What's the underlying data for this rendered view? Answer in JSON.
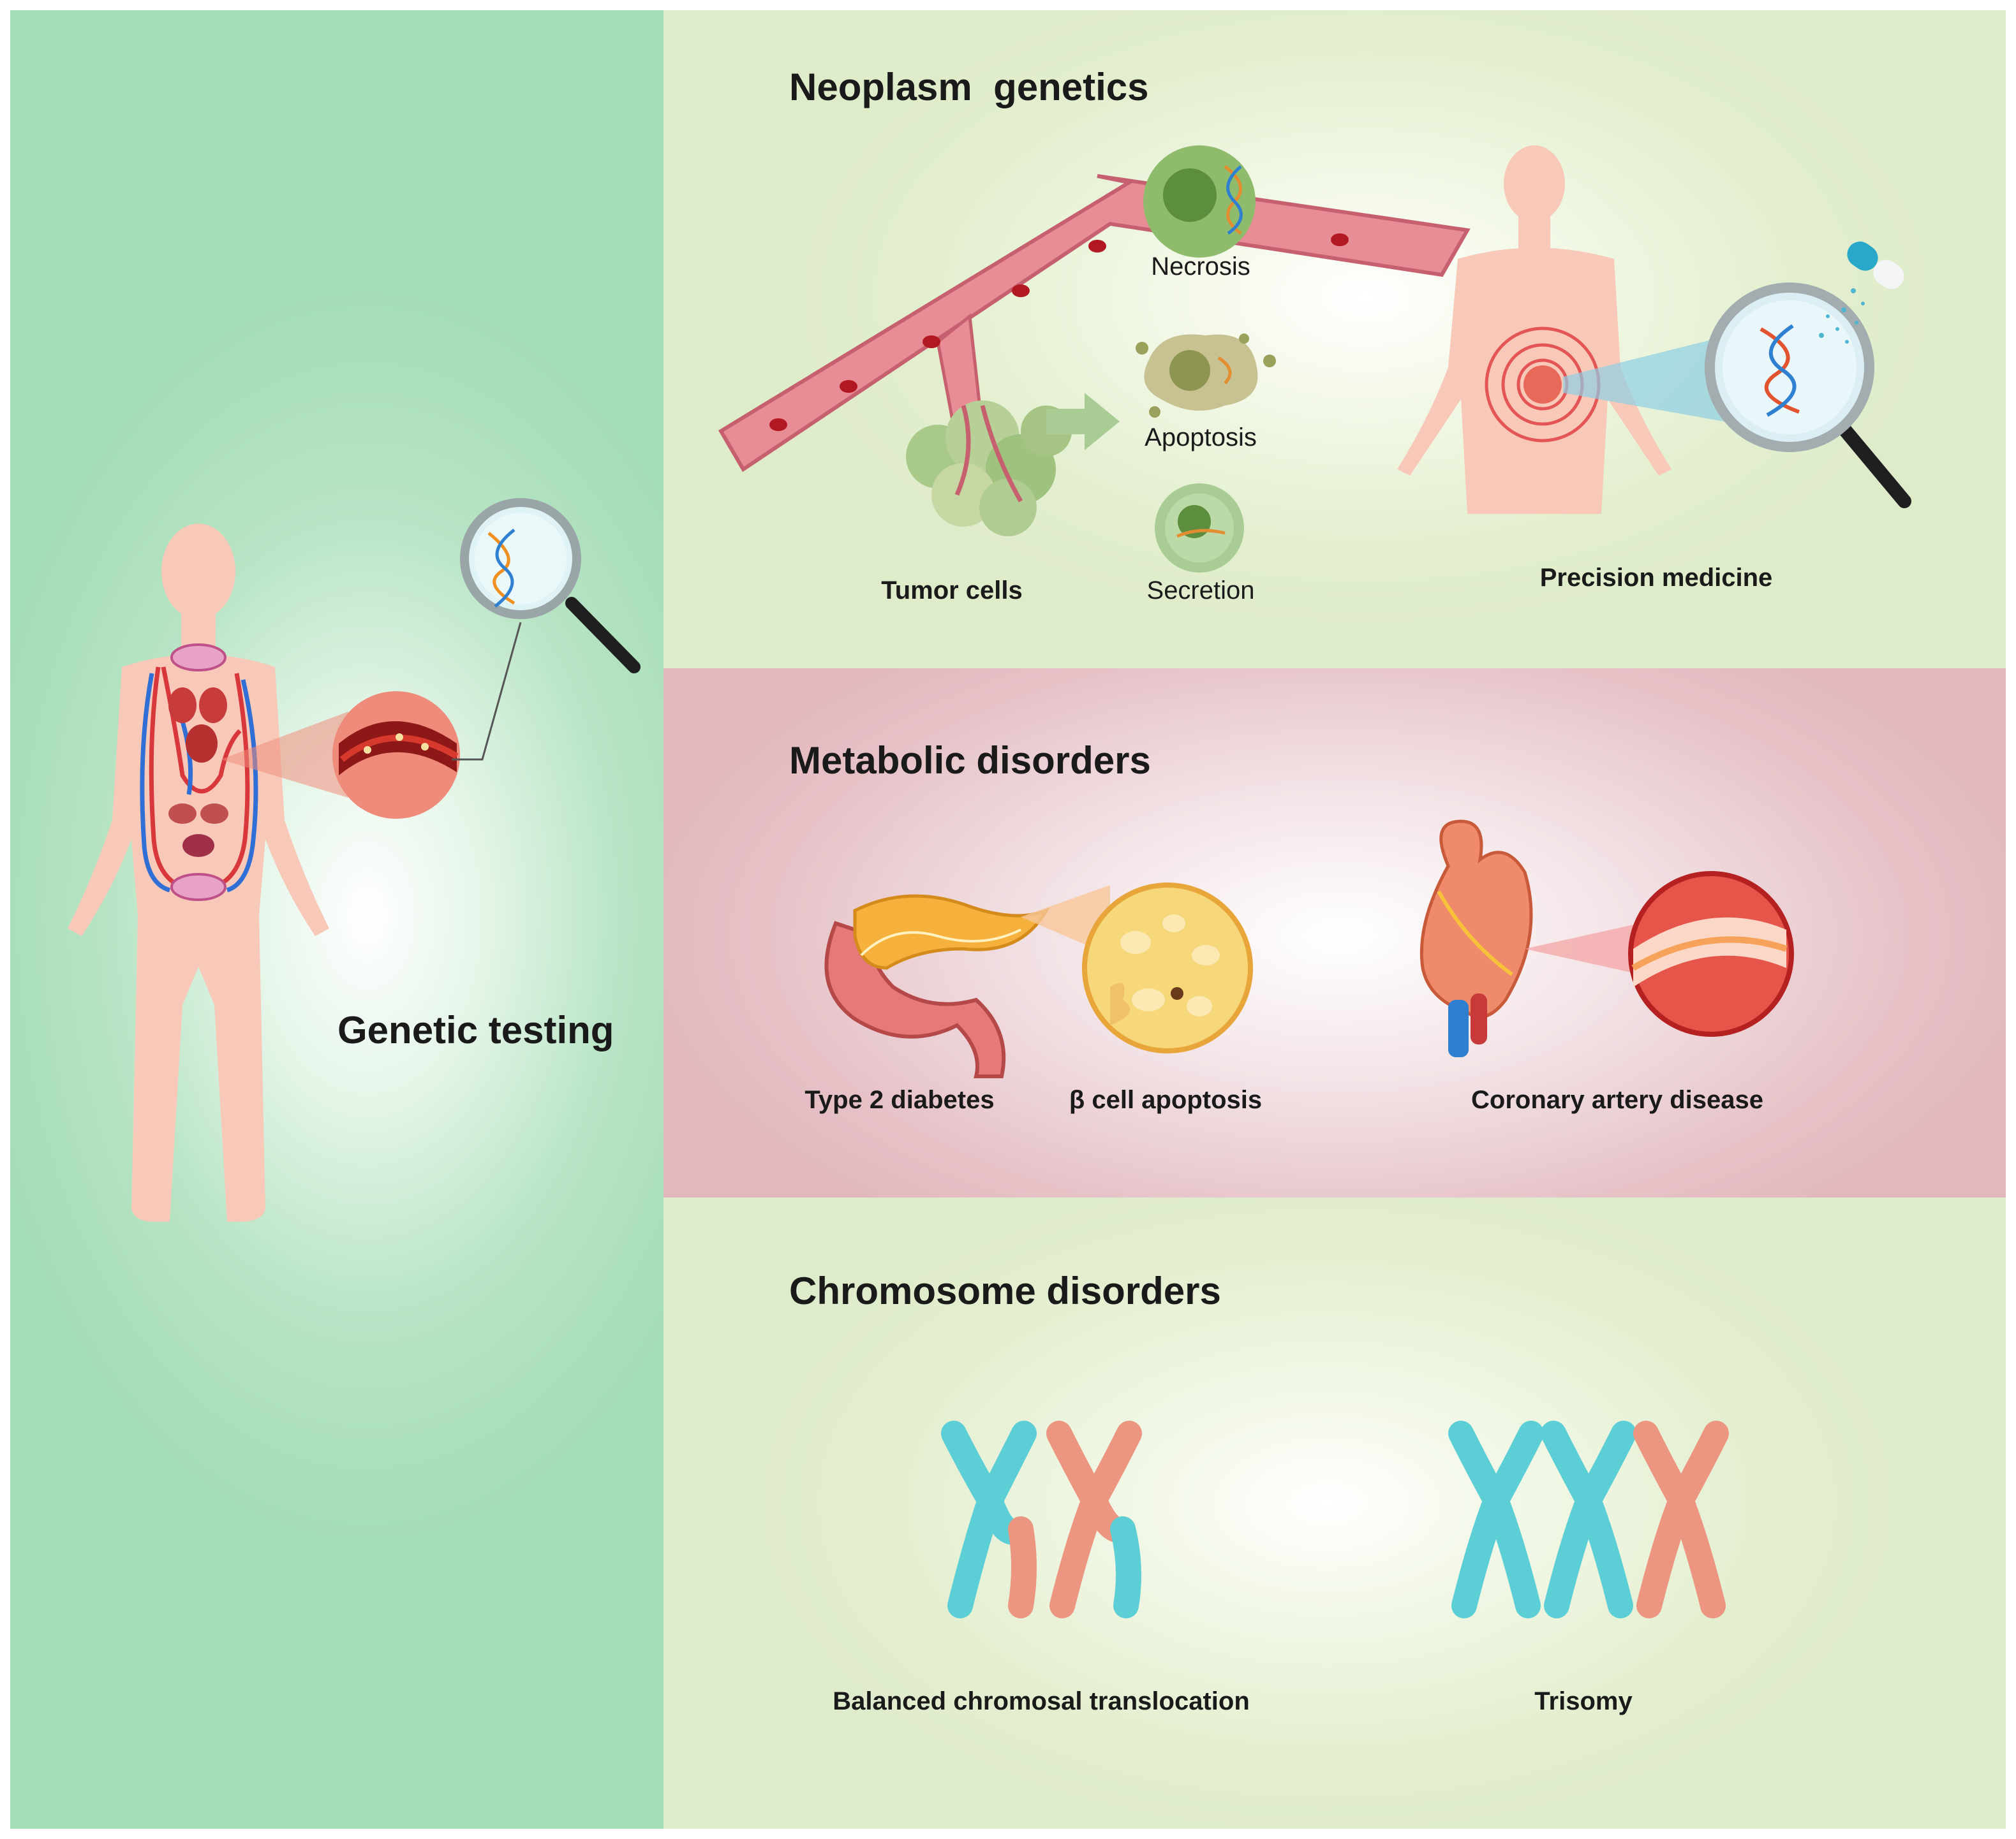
{
  "genetic_testing": {
    "title": "Genetic testing"
  },
  "neoplasm": {
    "heading": "Neoplasm  genetics",
    "tumor_label": "Tumor cells",
    "necrosis_label": "Necrosis",
    "apoptosis_label": "Apoptosis",
    "secretion_label": "Secretion",
    "precision_label": "Precision medicine"
  },
  "metabolic": {
    "heading": "Metabolic disorders",
    "diabetes_label": "Type 2 diabetes",
    "beta_label": "β cell apoptosis",
    "coronary_label": "Coronary artery disease"
  },
  "chromosome": {
    "heading": "Chromosome disorders",
    "translocation_label": "Balanced chromosal translocation",
    "trisomy_label": "Trisomy"
  },
  "colors": {
    "left_panel": "#a5ddb7",
    "neoplasm_panel": "#e3efcf",
    "metabolic_panel": "#e6c3c8",
    "chromosome_panel": "#e3efd0",
    "body": "#f8c9b8",
    "chromosome_blue": "#5ccfd6",
    "chromosome_pink": "#ec9580"
  }
}
